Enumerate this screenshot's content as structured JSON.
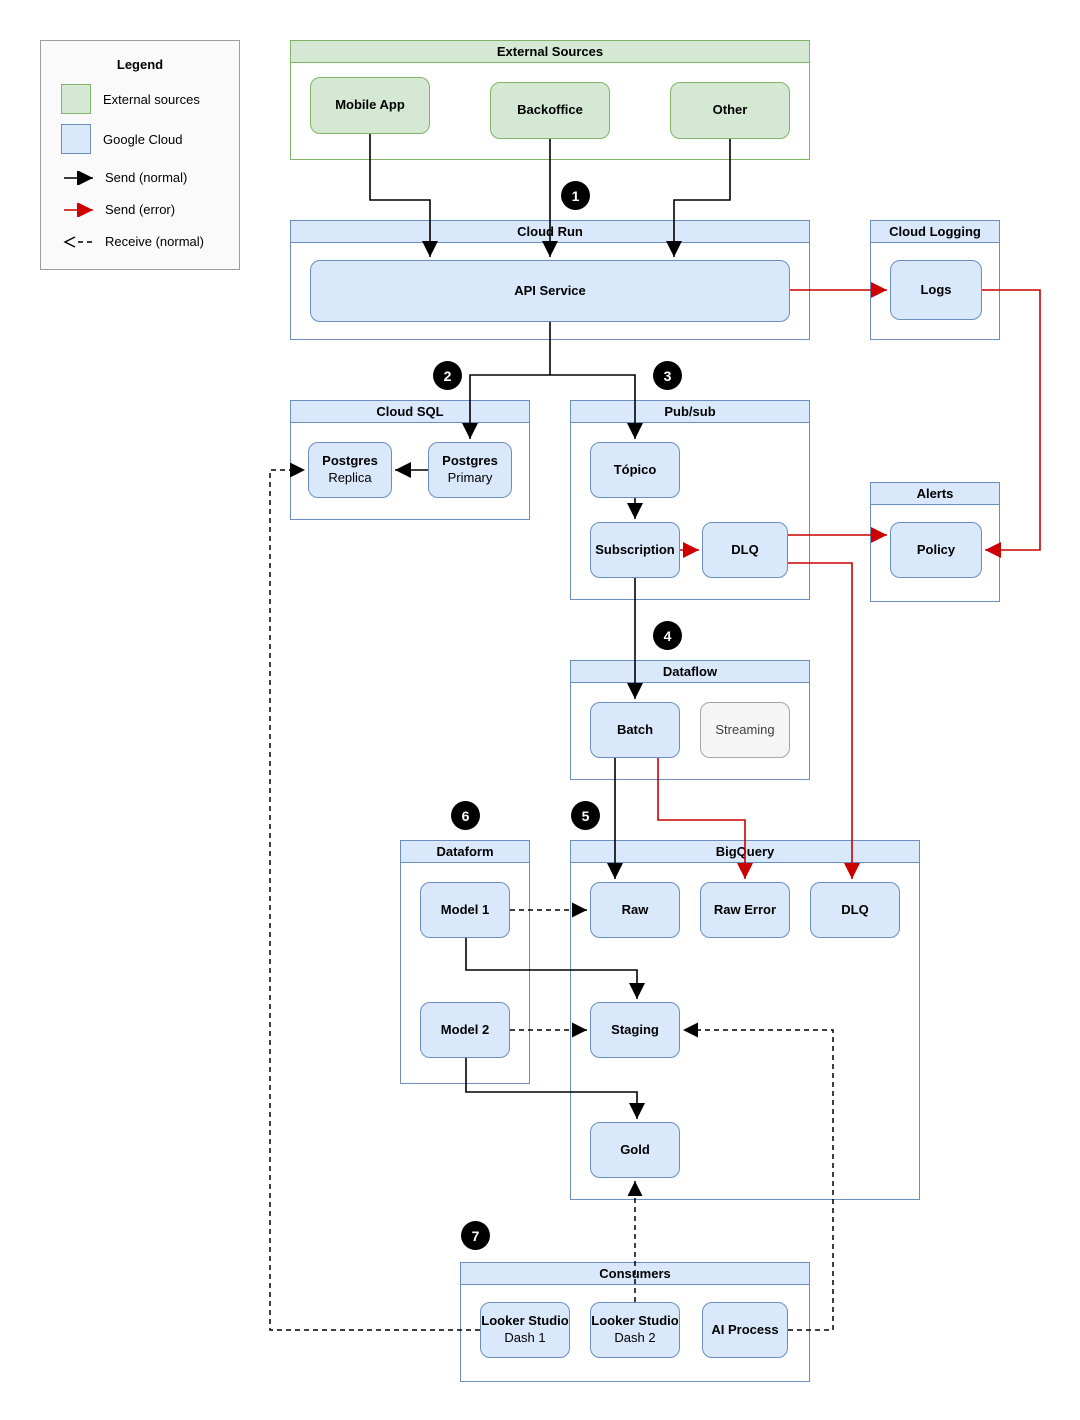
{
  "legend": {
    "title": "Legend",
    "items": [
      {
        "key": "external",
        "label": "External sources"
      },
      {
        "key": "google_cloud",
        "label": "Google Cloud"
      },
      {
        "key": "send_normal",
        "label": "Send (normal)"
      },
      {
        "key": "send_error",
        "label": "Send (error)"
      },
      {
        "key": "receive_normal",
        "label": "Receive (normal)"
      }
    ]
  },
  "steps": [
    "1",
    "2",
    "3",
    "4",
    "5",
    "6",
    "7"
  ],
  "containers": {
    "external_sources": {
      "title": "External Sources"
    },
    "cloud_run": {
      "title": "Cloud Run"
    },
    "cloud_logging": {
      "title": "Cloud Logging"
    },
    "cloud_sql": {
      "title": "Cloud SQL"
    },
    "pubsub": {
      "title": "Pub/sub"
    },
    "alerts": {
      "title": "Alerts"
    },
    "dataflow": {
      "title": "Dataflow"
    },
    "dataform": {
      "title": "Dataform"
    },
    "bigquery": {
      "title": "BigQuery"
    },
    "consumers": {
      "title": "Consumers"
    }
  },
  "nodes": {
    "mobile_app": {
      "label": "Mobile App"
    },
    "backoffice": {
      "label": "Backoffice"
    },
    "other": {
      "label": "Other"
    },
    "api_service": {
      "label": "API Service"
    },
    "logs": {
      "label": "Logs"
    },
    "postgres_replica": {
      "label": "Postgres",
      "sublabel": "Replica"
    },
    "postgres_primary": {
      "label": "Postgres",
      "sublabel": "Primary"
    },
    "topico": {
      "label": "Tópico"
    },
    "subscription": {
      "label": "Subscription"
    },
    "pubsub_dlq": {
      "label": "DLQ"
    },
    "policy": {
      "label": "Policy"
    },
    "batch": {
      "label": "Batch"
    },
    "streaming": {
      "label": "Streaming"
    },
    "model_1": {
      "label": "Model 1"
    },
    "model_2": {
      "label": "Model 2"
    },
    "raw": {
      "label": "Raw"
    },
    "raw_error": {
      "label": "Raw Error"
    },
    "bigquery_dlq": {
      "label": "DLQ"
    },
    "staging": {
      "label": "Staging"
    },
    "gold": {
      "label": "Gold"
    },
    "looker_dash_1": {
      "label": "Looker Studio",
      "sublabel": "Dash 1"
    },
    "looker_dash_2": {
      "label": "Looker Studio",
      "sublabel": "Dash 2"
    },
    "ai_process": {
      "label": "AI Process"
    }
  },
  "palette": {
    "external_fill": "#d5e8d4",
    "external_stroke": "#82b366",
    "google_cloud_fill": "#dae8fc",
    "google_cloud_stroke": "#6c8ebf",
    "disabled_fill": "#f5f5f5",
    "disabled_stroke": "#a6a6a6",
    "send_normal": "#000000",
    "send_error": "#cc0000",
    "badge_bg": "#000000",
    "badge_text": "#ffffff"
  },
  "edges": [
    {
      "from": "mobile_app",
      "to": "api_service",
      "type": "send_normal"
    },
    {
      "from": "backoffice",
      "to": "api_service",
      "type": "send_normal"
    },
    {
      "from": "other",
      "to": "api_service",
      "type": "send_normal"
    },
    {
      "from": "api_service",
      "to": "postgres_primary",
      "type": "send_normal"
    },
    {
      "from": "api_service",
      "to": "topico",
      "type": "send_normal"
    },
    {
      "from": "postgres_primary",
      "to": "postgres_replica",
      "type": "send_normal"
    },
    {
      "from": "topico",
      "to": "subscription",
      "type": "send_normal"
    },
    {
      "from": "subscription",
      "to": "batch",
      "type": "send_normal"
    },
    {
      "from": "batch",
      "to": "raw",
      "type": "send_normal"
    },
    {
      "from": "model_1",
      "to": "staging",
      "type": "send_normal"
    },
    {
      "from": "model_2",
      "to": "gold",
      "type": "send_normal"
    },
    {
      "from": "api_service",
      "to": "logs",
      "type": "send_error"
    },
    {
      "from": "logs",
      "to": "policy",
      "type": "send_error"
    },
    {
      "from": "subscription",
      "to": "pubsub_dlq",
      "type": "send_error"
    },
    {
      "from": "pubsub_dlq",
      "to": "policy",
      "type": "send_error"
    },
    {
      "from": "pubsub_dlq",
      "to": "bigquery_dlq",
      "type": "send_error"
    },
    {
      "from": "batch",
      "to": "raw_error",
      "type": "send_error"
    },
    {
      "from": "looker_dash_1",
      "to": "postgres_replica",
      "type": "receive_normal"
    },
    {
      "from": "model_1",
      "to": "raw",
      "type": "receive_normal"
    },
    {
      "from": "model_2",
      "to": "staging",
      "type": "receive_normal"
    },
    {
      "from": "ai_process",
      "to": "staging",
      "type": "receive_normal"
    },
    {
      "from": "looker_dash_2",
      "to": "gold",
      "type": "receive_normal"
    }
  ]
}
